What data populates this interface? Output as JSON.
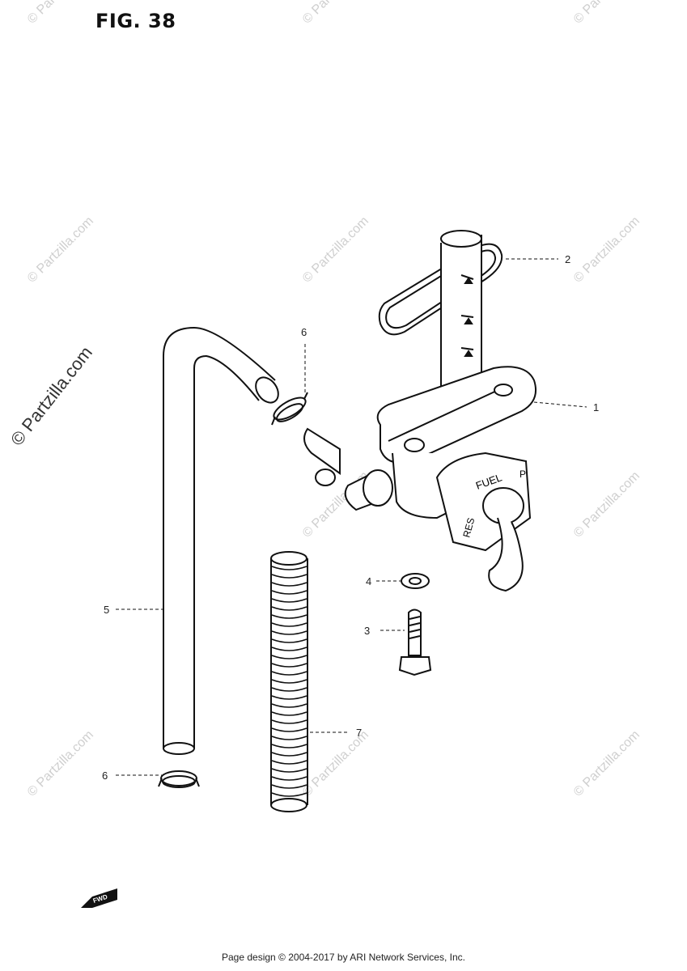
{
  "figure": {
    "title": "FIG. 38"
  },
  "watermark": {
    "text": "© Partzilla.com",
    "brand": "Partzilla.com"
  },
  "valve_labels": {
    "fuel": "FUEL",
    "reserve": "RES",
    "prime": "P"
  },
  "fwd_label": "FWD",
  "callouts": [
    {
      "id": "part-1",
      "label": "1"
    },
    {
      "id": "part-2",
      "label": "2"
    },
    {
      "id": "part-3",
      "label": "3"
    },
    {
      "id": "part-4",
      "label": "4"
    },
    {
      "id": "part-5",
      "label": "5"
    },
    {
      "id": "part-6a",
      "label": "6"
    },
    {
      "id": "part-6b",
      "label": "6"
    },
    {
      "id": "part-7",
      "label": "7"
    }
  ],
  "footer": {
    "text": "Page design © 2004-2017 by ARI Network Services, Inc."
  }
}
